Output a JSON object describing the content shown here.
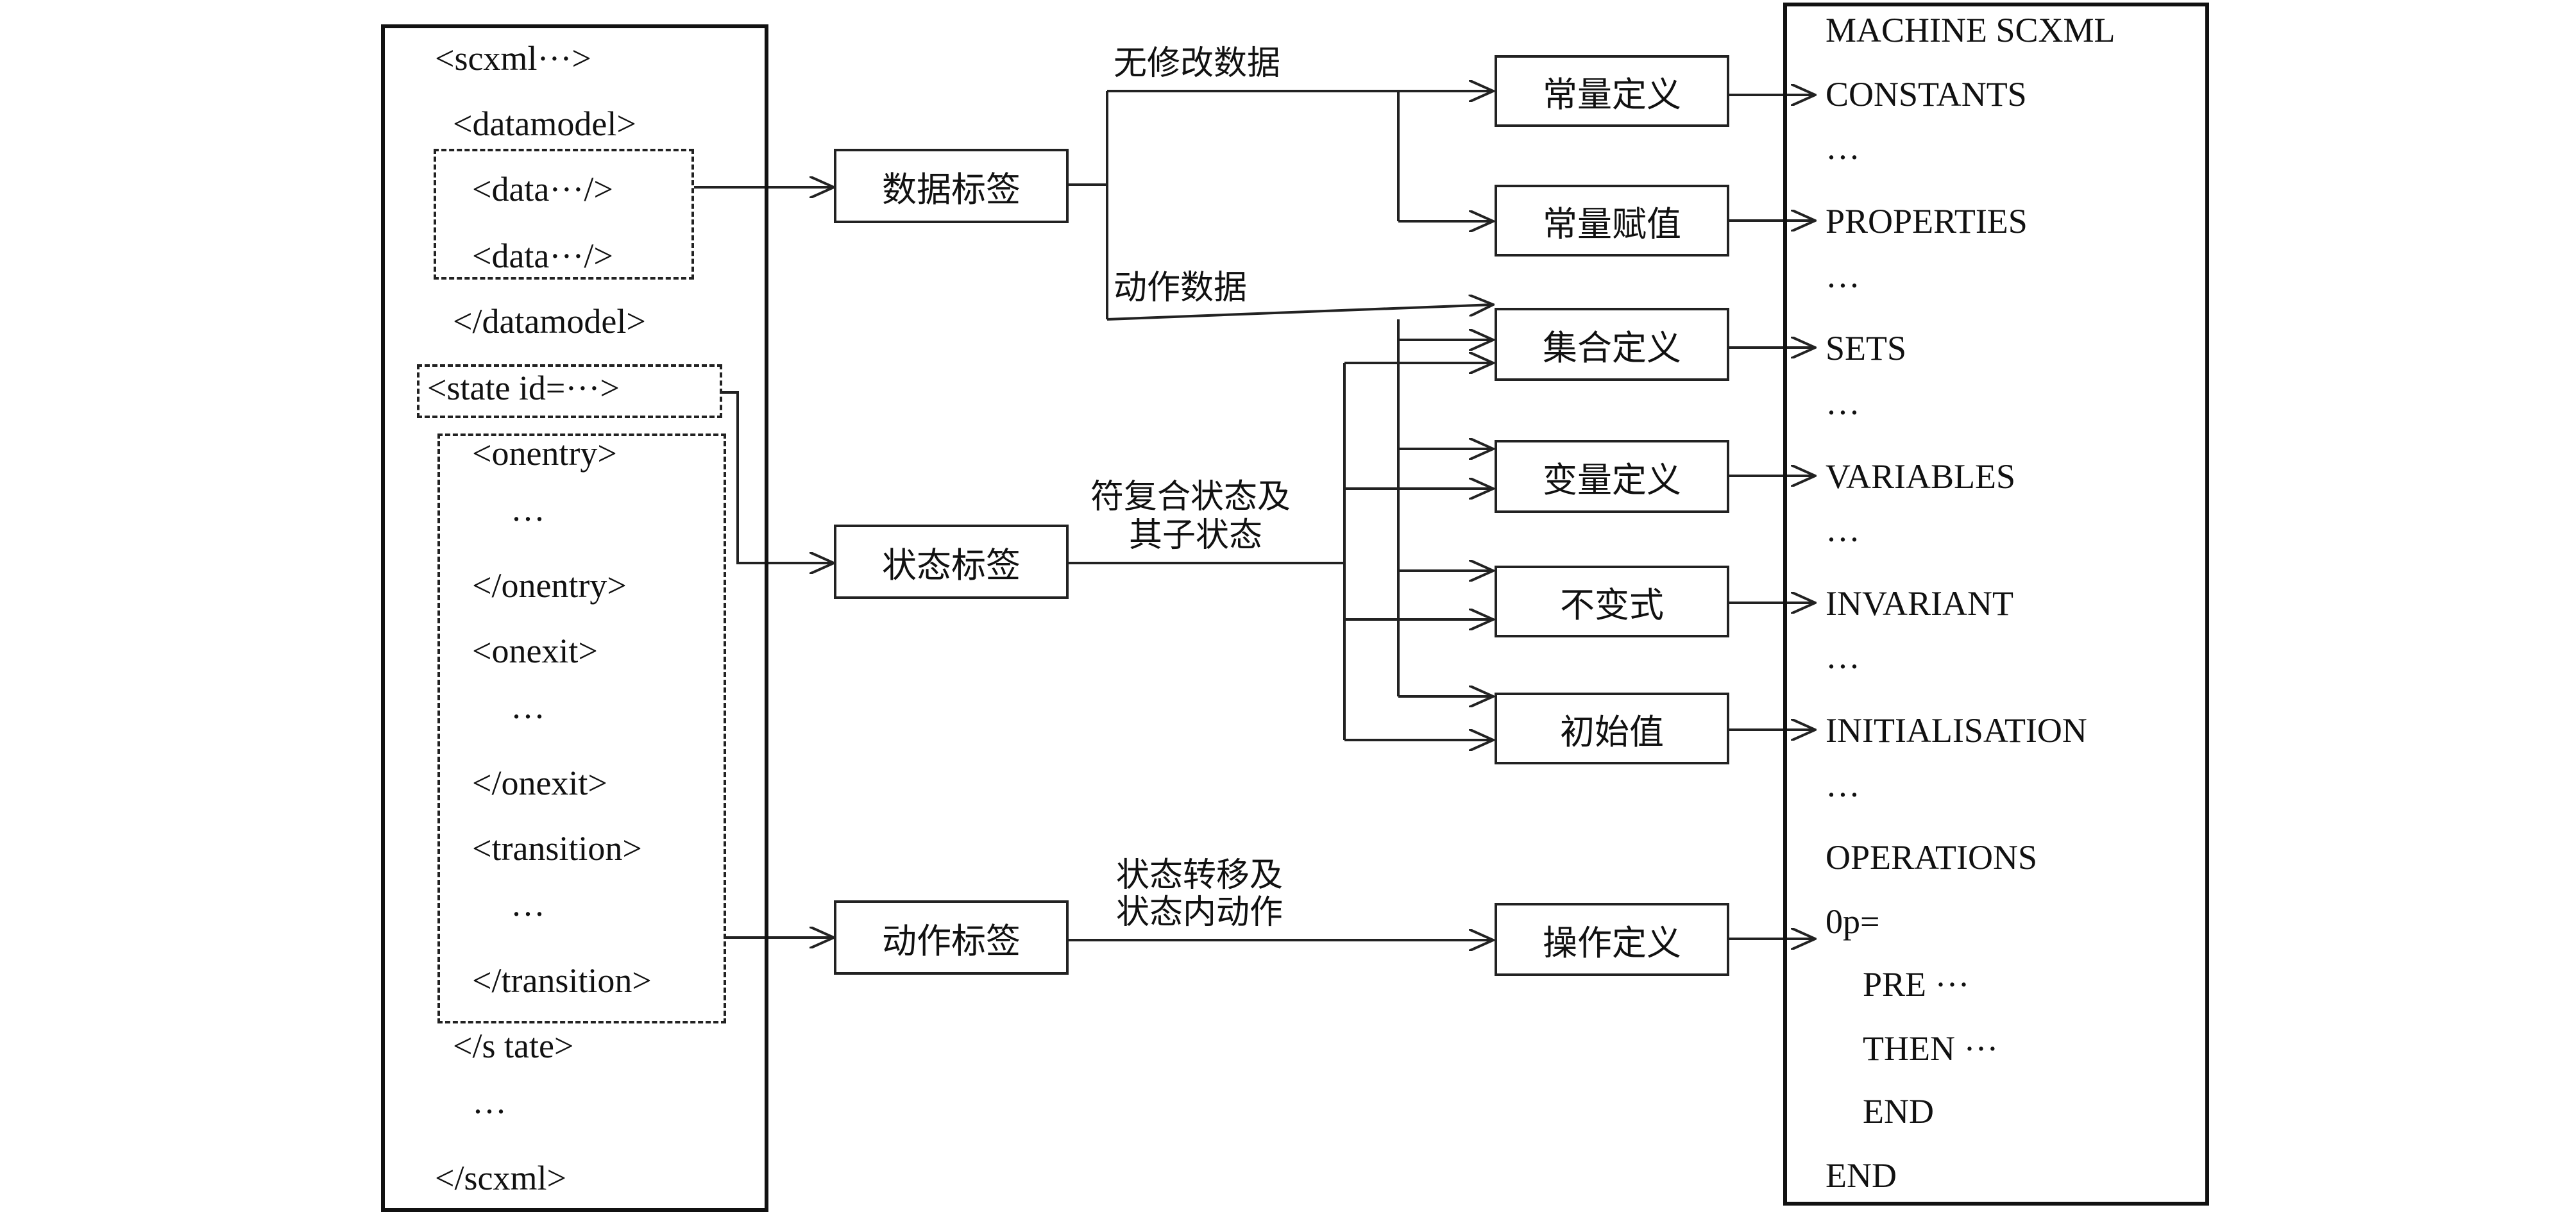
{
  "scxml": {
    "lines": [
      "<scxml···>",
      "<datamodel>",
      "<data···/>",
      "<data···/>",
      "</datamodel>",
      "<state id=···>",
      "<onentry>",
      "···",
      "</onentry>",
      "<onexit>",
      "···",
      "</onexit>",
      "<transition>",
      "···",
      "</transition>",
      "</s tate>",
      "···",
      "</scxml>"
    ]
  },
  "middle": {
    "data_tag": "数据标签",
    "state_tag": "状态标签",
    "action_tag": "动作标签"
  },
  "edge_labels": {
    "unmodified_data": "无修改数据",
    "action_data": "动作数据",
    "composite_state_line1": "符复合状态及",
    "composite_state_line2": "其子状态",
    "transition_line1": "状态转移及",
    "transition_line2": "状态内动作"
  },
  "targets": {
    "constant_def": "常量定义",
    "constant_assign": "常量赋值",
    "set_def": "集合定义",
    "variable_def": "变量定义",
    "invariant": "不变式",
    "initial_value": "初始值",
    "operation_def": "操作定义"
  },
  "machine": {
    "lines": [
      "MACHINE SCXML",
      "CONSTANTS",
      "···",
      "PROPERTIES",
      "···",
      "SETS",
      "···",
      "VARIABLES",
      "···",
      "INVARIANT",
      "···",
      "INITIALISATION",
      "···",
      "OPERATIONS",
      "0p=",
      "PRE ···",
      "THEN ···",
      "END",
      "END"
    ]
  }
}
